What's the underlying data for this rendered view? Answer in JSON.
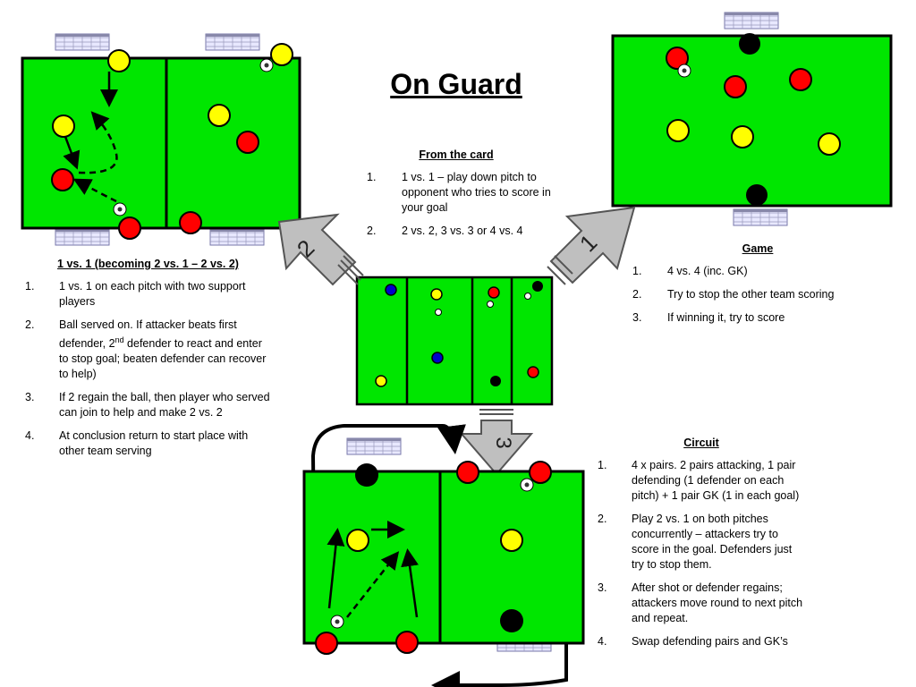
{
  "title": "On Guard",
  "from_card": {
    "heading": "From the card",
    "items": [
      {
        "num": "1.",
        "text": "1 vs. 1 – play down pitch to opponent who tries to score in your goal"
      },
      {
        "num": "2.",
        "text": "2 vs. 2, 3 vs. 3 or 4 vs. 4"
      }
    ]
  },
  "game": {
    "heading": "Game",
    "items": [
      {
        "num": "1.",
        "text": "4 vs. 4 (inc. GK)"
      },
      {
        "num": "2.",
        "text": "Try to stop the other team scoring"
      },
      {
        "num": "3.",
        "text": "If winning it, try to score"
      }
    ]
  },
  "left": {
    "heading": "1 vs. 1 (becoming 2 vs. 1 – 2 vs. 2)",
    "items": [
      {
        "num": "1.",
        "text": "1 vs. 1 on each pitch with two support players"
      },
      {
        "num": "2.",
        "text": "Ball served on. If attacker beats first defender, 2nd defender to react and enter to stop goal; beaten defender can recover to help)"
      },
      {
        "num": "3.",
        "text": "If 2 regain the ball, then player who served can join to help and make 2 vs. 2"
      },
      {
        "num": "4.",
        "text": "At conclusion return to start place with other team serving"
      }
    ]
  },
  "circuit": {
    "heading": "Circuit",
    "items": [
      {
        "num": "1.",
        "text": "4 x pairs. 2 pairs attacking, 1 pair defending (1 defender on each pitch) + 1 pair GK (1 in each goal)"
      },
      {
        "num": "2.",
        "text": "Play 2 vs. 1 on both pitches concurrently – attackers try to score in the goal. Defenders just try to stop them."
      },
      {
        "num": "3.",
        "text": "After shot or defender regains; attackers move round to next pitch and repeat."
      },
      {
        "num": "4.",
        "text": "Swap defending pairs and GK’s"
      }
    ]
  },
  "arrows": {
    "a1": "1",
    "a2": "2",
    "a3": "3"
  },
  "colors": {
    "pitch": "#00e600",
    "red_team": "#ff0000",
    "yellow_team": "#ffff00",
    "black_team": "#000000",
    "blue_team": "#0000cc",
    "arrow": "#bfbfbf"
  }
}
